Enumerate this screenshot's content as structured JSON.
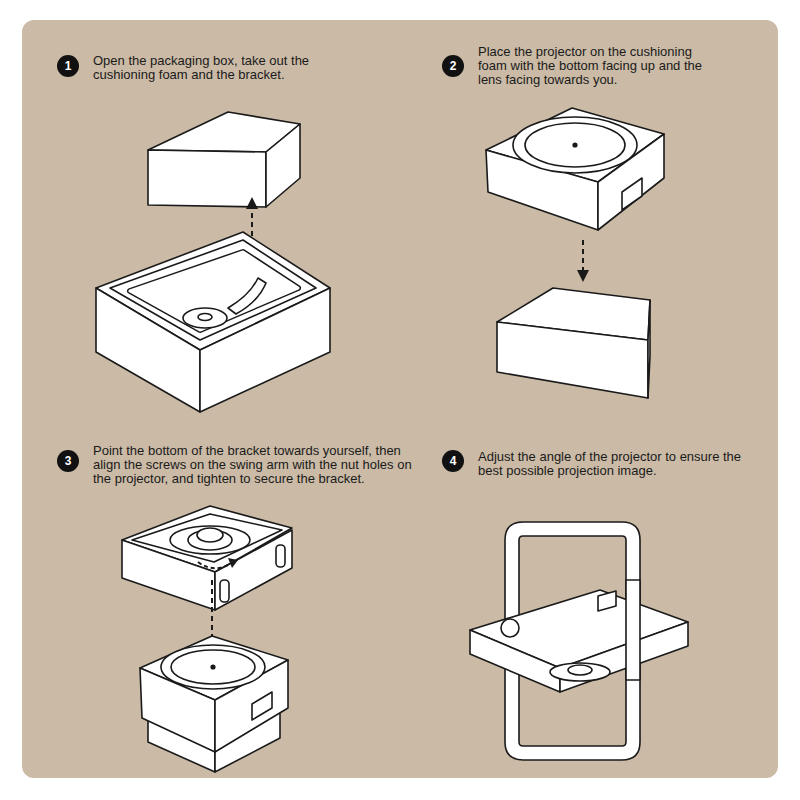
{
  "diagram": {
    "nodes": [
      {
        "text": [
          "1"
        ]
      },
      {
        "text": [
          "2"
        ]
      },
      {
        "text": [
          "3"
        ]
      },
      {
        "text": [
          "4"
        ]
      }
    ],
    "labels": [
      "Open the packaging box, take out the cushioning foam and the bracket.",
      "Place the projector on the cushioning foam with the bottom facing up and the lens facing towards you.",
      "Point the bottom of the bracket towards yourself, then align the screws on the swing arm with the nut holes on the projector, and tighten to secure the bracket.",
      "Adjust the angle of the projector to ensure the best possible projection image."
    ]
  }
}
